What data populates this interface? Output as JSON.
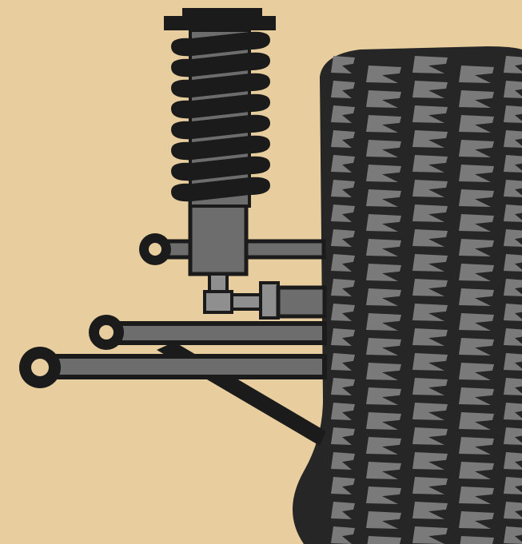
{
  "colors": {
    "background": "#e8ce9e",
    "outline": "#1b1b1b",
    "part_gray": "#6d6d6d",
    "part_gray_light": "#8f8f8f",
    "tread_gray": "#7a7a7a",
    "tread_dark": "#262626"
  },
  "components": [
    {
      "name": "coil-spring"
    },
    {
      "name": "shock-absorber"
    },
    {
      "name": "upper-control-arm"
    },
    {
      "name": "lower-control-arm"
    },
    {
      "name": "trailing-arm"
    },
    {
      "name": "diagonal-link"
    },
    {
      "name": "tire"
    }
  ]
}
